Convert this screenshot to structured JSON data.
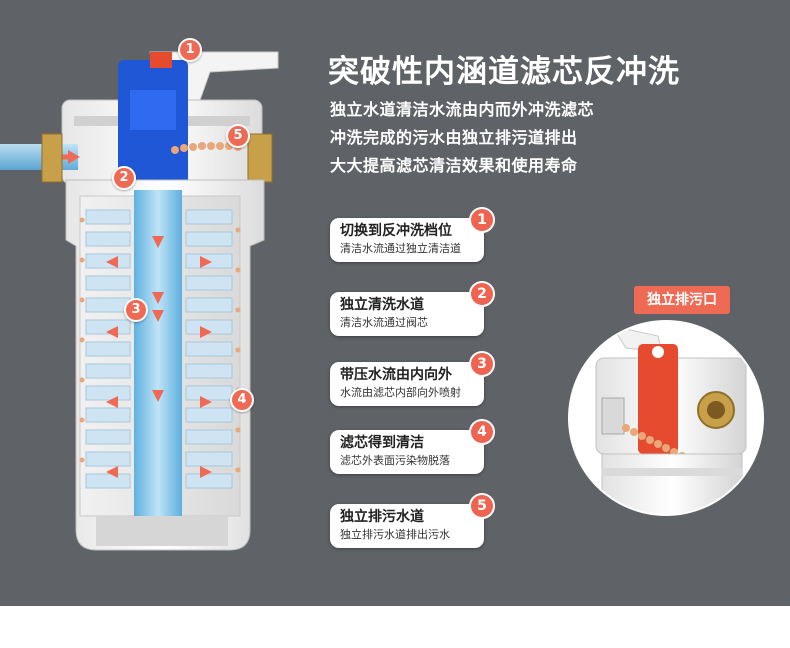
{
  "headline": "突破性内涵道滤芯反冲洗",
  "description_lines": [
    "独立水道清洁水流由内而外冲洗滤芯",
    "冲洗完成的污水由独立排污道排出",
    "大大提高滤芯清洁效果和使用寿命"
  ],
  "steps": [
    {
      "num": "1",
      "title": "切换到反冲洗档位",
      "sub": "清洁水流通过独立清洁道"
    },
    {
      "num": "2",
      "title": "独立清洗水道",
      "sub": "清洁水流通过阀芯"
    },
    {
      "num": "3",
      "title": "带压水流由内向外",
      "sub": "水流由滤芯内部向外喷射"
    },
    {
      "num": "4",
      "title": "滤芯得到清洁",
      "sub": "滤芯外表面污染物脱落"
    },
    {
      "num": "5",
      "title": "独立排污水道",
      "sub": "独立排污水道排出污水"
    }
  ],
  "markers": [
    "1",
    "2",
    "3",
    "4",
    "5"
  ],
  "drain_label": "独立排污口",
  "colors": {
    "background": "#5f6266",
    "accent": "#ef6a55",
    "valve_blue": "#1f57d6",
    "water_blue": "#7fc1e6",
    "sediment": "#e9a77a"
  },
  "icons": {
    "filter_cutaway": "filter-cutaway-illustration",
    "drain_zoom": "drain-outlet-closeup"
  }
}
